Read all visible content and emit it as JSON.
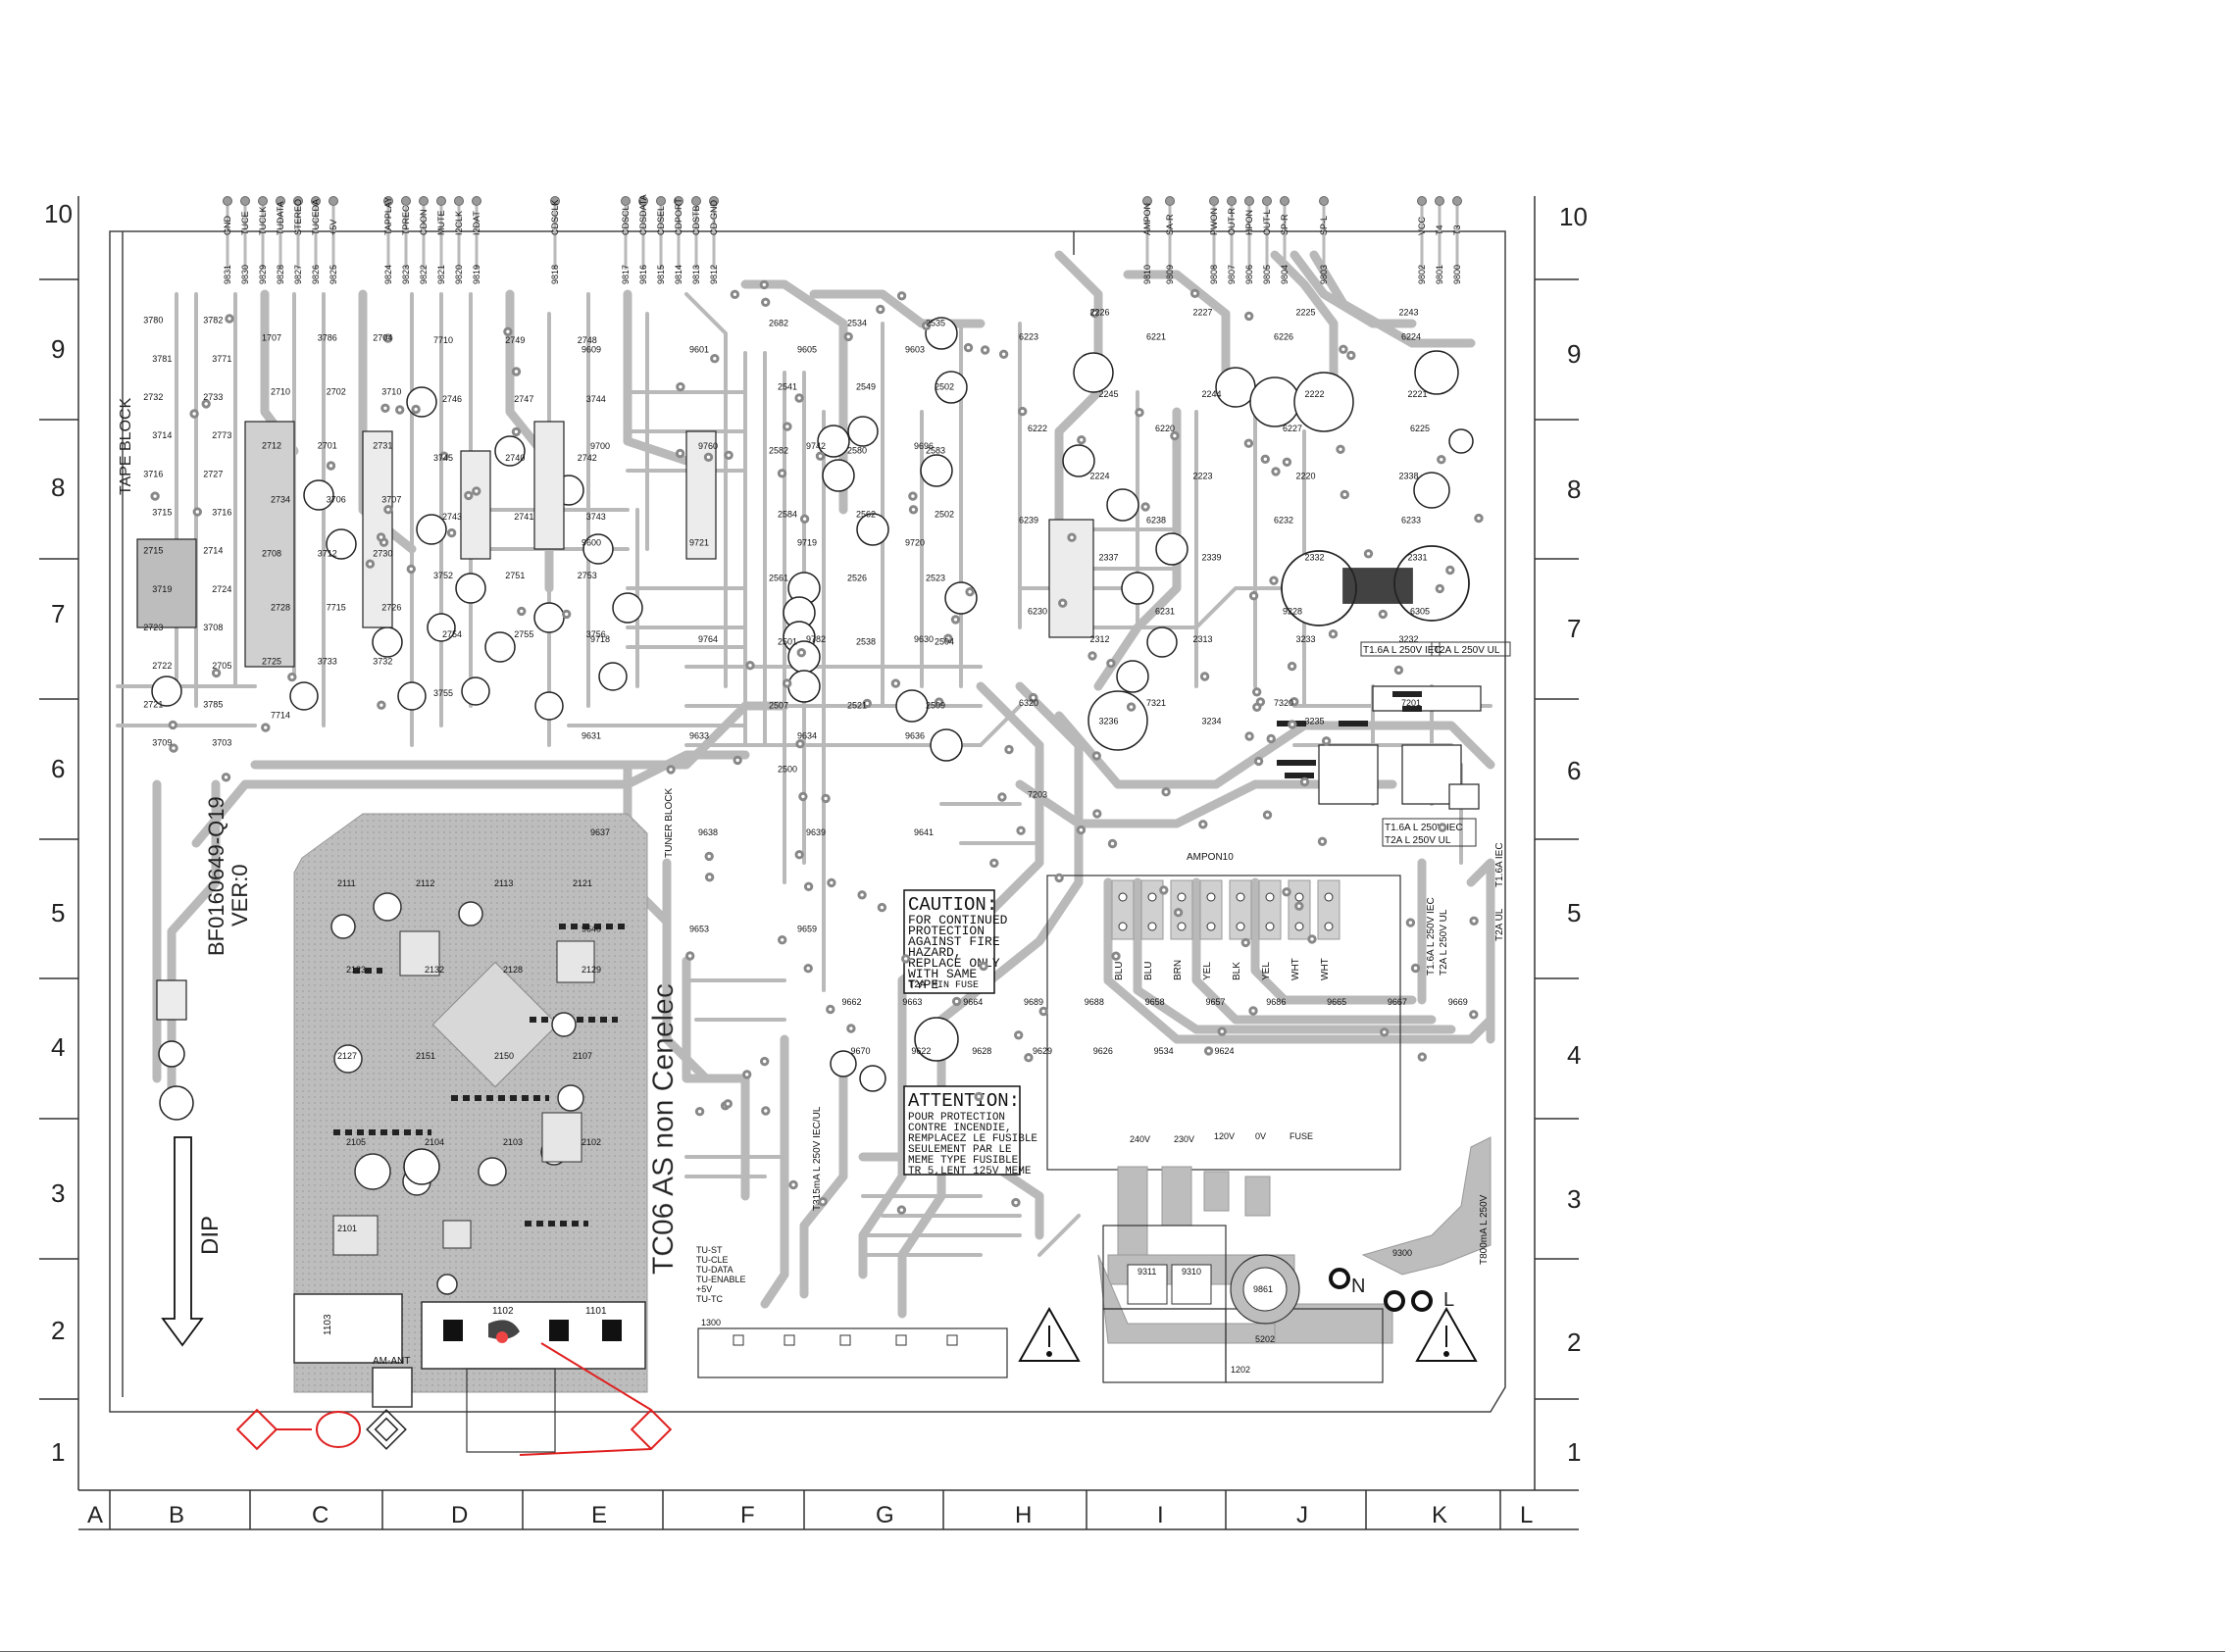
{
  "grid": {
    "rows": [
      "10",
      "9",
      "8",
      "7",
      "6",
      "5",
      "4",
      "3",
      "2",
      "1"
    ],
    "columns": [
      "A",
      "B",
      "C",
      "D",
      "E",
      "F",
      "G",
      "H",
      "I",
      "J",
      "K",
      "L"
    ]
  },
  "board": {
    "tape_block_label": "TAPE BLOCK",
    "board_code": "BF0160649-Q19",
    "version": "VER:0",
    "dip_label": "DIP",
    "tuner_stamp": "TC06 AS non Cenelec",
    "tuner_block_label": "TUNER BLOCK",
    "amp_label": "AMPON10"
  },
  "top_connector_pins": [
    {
      "label": "GND",
      "ref": "9831"
    },
    {
      "label": "TUCE",
      "ref": "9830"
    },
    {
      "label": "TUCLK",
      "ref": "9829"
    },
    {
      "label": "TUDATA",
      "ref": "9828"
    },
    {
      "label": "STEREO",
      "ref": "9827"
    },
    {
      "label": "TUCEDA",
      "ref": "9826"
    },
    {
      "label": "+5V",
      "ref": "9825"
    },
    {
      "label": "TAPPLAY",
      "ref": "9824"
    },
    {
      "label": "TPREC",
      "ref": "9823"
    },
    {
      "label": "CDON",
      "ref": "9822"
    },
    {
      "label": "MUTE",
      "ref": "9821"
    },
    {
      "label": "I2CLK",
      "ref": "9820"
    },
    {
      "label": "I2DAT",
      "ref": "9819"
    },
    {
      "label": "CDSCLK",
      "ref": "9818"
    },
    {
      "label": "CDSCL",
      "ref": "9817"
    },
    {
      "label": "CDSDATA",
      "ref": "9816"
    },
    {
      "label": "CDSEL",
      "ref": "9815"
    },
    {
      "label": "CDPORT",
      "ref": "9814"
    },
    {
      "label": "CDSTB",
      "ref": "9813"
    },
    {
      "label": "CD-GND",
      "ref": "9812"
    }
  ],
  "right_connector_pins": [
    {
      "label": "AMPON",
      "ref": "9810"
    },
    {
      "label": "SA-R",
      "ref": "9809"
    },
    {
      "label": "PWON",
      "ref": "9808"
    },
    {
      "label": "OUT-R",
      "ref": "9807"
    },
    {
      "label": "HPON",
      "ref": "9806"
    },
    {
      "label": "OUT-L",
      "ref": "9805"
    },
    {
      "label": "SP-R",
      "ref": "9804"
    },
    {
      "label": "SP-L",
      "ref": "9803"
    },
    {
      "label": "VCC",
      "ref": "9802"
    },
    {
      "label": "T4",
      "ref": "9801"
    },
    {
      "label": "T3",
      "ref": "9800"
    }
  ],
  "caution": {
    "heading": "CAUTION:",
    "lines": [
      "FOR CONTINUED",
      "PROTECTION",
      "AGAINST FIRE",
      "HAZARD,",
      "REPLACE ONLY",
      "WITH SAME",
      "TYPE",
      "T2A MIN FUSE"
    ]
  },
  "attention": {
    "heading": "ATTENTION:",
    "lines": [
      "POUR PROTECTION",
      "CONTRE INCENDIE,",
      "REMPLACEZ LE FUSIBLE",
      "SEULEMENT PAR LE",
      "MEME TYPE FUSIBLE",
      "TR 5,LENT 125V MEME"
    ]
  },
  "fuse_labels": {
    "f1": "T1.6A L 250V IEC",
    "f2": "T2A L 250V UL",
    "f3": "T1.6A L 250V IEC",
    "f4": "T2A L 250V UL",
    "f5": "T315mA L 250V IEC/UL",
    "f6": "T800mA L 250V",
    "f7": "T2A UL",
    "f8": "T1.6A IEC"
  },
  "voltage_selector": [
    "240V",
    "230V",
    "120V",
    "0V",
    "FUSE"
  ],
  "transformer_wires": [
    "BLU",
    "BLU",
    "BRN",
    "YEL",
    "BLK",
    "YEL",
    "WHT",
    "WHT"
  ],
  "mains": {
    "n": "N",
    "l": "L"
  },
  "tuner_pins": [
    "TU-ST",
    "TU-CLE",
    "TU-DATA",
    "TU-ENABLE",
    "+5V",
    "TU-TC"
  ],
  "connector_refs": {
    "c1300": "1300",
    "c1202": "1202",
    "c5202": "5202",
    "c9861": "9861",
    "c1101": "1101",
    "c1102": "1102",
    "c1103": "1103",
    "ant": "AM-ANT",
    "c9300": "9300",
    "c9310": "9310",
    "c9311": "9311"
  },
  "part_refs": {
    "r1": [
      "3780",
      "3782",
      "3781",
      "3771",
      "2732",
      "2733",
      "3714",
      "2773",
      "3716",
      "2727",
      "3715",
      "3716",
      "2715",
      "2714",
      "3719",
      "2724",
      "2723",
      "3708",
      "2722",
      "2705",
      "2721",
      "3785",
      "3709",
      "3703"
    ],
    "r2": [
      "1707",
      "3786",
      "2704",
      "2710",
      "2702",
      "3710",
      "2712",
      "2701",
      "2731",
      "2734",
      "3706",
      "3707",
      "2708",
      "3712",
      "2730",
      "2728",
      "7715",
      "2726",
      "2725",
      "3733",
      "3732",
      "7714"
    ],
    "r3": [
      "7710",
      "2749",
      "2748",
      "2746",
      "2747",
      "3744",
      "3745",
      "2740",
      "2742",
      "2743",
      "2741",
      "3743",
      "3752",
      "2751",
      "2753",
      "2754",
      "2755",
      "3756",
      "3755"
    ],
    "r4": [
      "2682",
      "2534",
      "2535",
      "2541",
      "2549",
      "2502",
      "2582",
      "2580",
      "2583",
      "2584",
      "2562",
      "2502",
      "2561",
      "2526",
      "2523",
      "2501",
      "2538",
      "2504",
      "2507",
      "2521",
      "2509",
      "2500"
    ],
    "r5": [
      "2226",
      "2227",
      "2225",
      "2243",
      "2245",
      "2244",
      "2222",
      "2221",
      "2224",
      "2223",
      "2220",
      "2338",
      "2337",
      "2339",
      "2332",
      "2331",
      "2312",
      "2313",
      "3233",
      "3232",
      "3236",
      "3234",
      "3235"
    ],
    "r6": [
      "2111",
      "2112",
      "2113",
      "2121",
      "2123",
      "2132",
      "2128",
      "2129",
      "2127",
      "2151",
      "2150",
      "2107",
      "2105",
      "2104",
      "2103",
      "2102",
      "2101"
    ],
    "r7": [
      "9609",
      "9601",
      "9605",
      "9603",
      "9700",
      "9760",
      "9742",
      "9696",
      "9600",
      "9721",
      "9719",
      "9720",
      "9718",
      "9764",
      "9782",
      "9630",
      "9631",
      "9633",
      "9634",
      "9636",
      "9637",
      "9638",
      "9639",
      "9641",
      "9640",
      "9653",
      "9659"
    ],
    "r8": [
      "6223",
      "6221",
      "6226",
      "6224",
      "6222",
      "6220",
      "6227",
      "6225",
      "6239",
      "6238",
      "6232",
      "6233",
      "6230",
      "6231",
      "9228",
      "6305",
      "6320",
      "7321",
      "7320",
      "7201",
      "7203"
    ],
    "r9": [
      "9662",
      "9663",
      "9664",
      "9689",
      "9688",
      "9658",
      "9657",
      "9686",
      "9665",
      "9667",
      "9669",
      "9670",
      "9622",
      "9628",
      "9629",
      "9626",
      "9534",
      "9624"
    ]
  }
}
